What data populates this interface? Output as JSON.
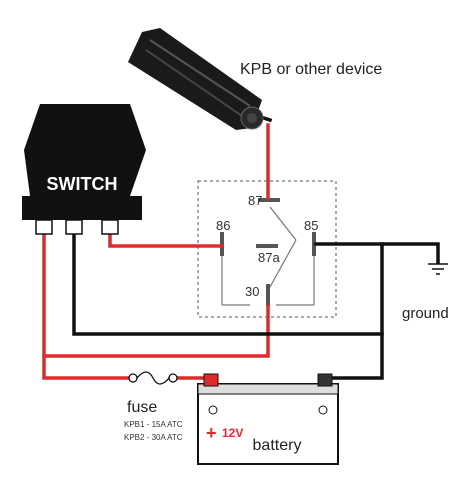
{
  "labels": {
    "device": "KPB or other device",
    "switch": "SWITCH",
    "ground": "ground",
    "fuse": "fuse",
    "fuse_note_1": "KPB1 - 15A ATC",
    "fuse_note_2": "KPB2 - 30A ATC",
    "battery": "battery",
    "battery_voltage": "12V",
    "battery_plus": "+",
    "battery_minus": "-"
  },
  "relay": {
    "pin_87": "87",
    "pin_87a": "87a",
    "pin_86": "86",
    "pin_85": "85",
    "pin_30": "30"
  },
  "colors": {
    "wire_red": "#e02a2a",
    "wire_black": "#111111",
    "relay_box": "#555555"
  }
}
